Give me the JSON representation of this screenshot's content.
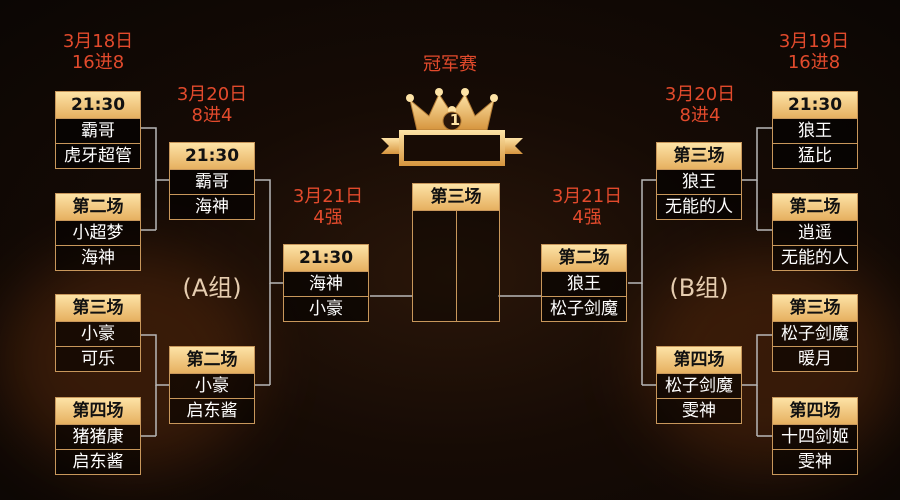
{
  "title": "冠军赛",
  "dates": {
    "d1": {
      "date": "3月18日",
      "round": "16进8"
    },
    "d2": {
      "date": "3月20日",
      "round": "8进4"
    },
    "d3": {
      "date": "3月21日",
      "round": "4强"
    },
    "d4": {
      "date": "3月21日",
      "round": "4强"
    },
    "d5": {
      "date": "3月20日",
      "round": "8进4"
    },
    "d6": {
      "date": "3月19日",
      "round": "16进8"
    }
  },
  "groups": {
    "a": "(A组)",
    "b": "(B组)"
  },
  "crown_number": "1",
  "final": {
    "header": "第三场"
  },
  "left_r16": [
    {
      "header": "21:30",
      "team1": "霸哥",
      "team2": "虎牙超管"
    },
    {
      "header": "第二场",
      "team1": "小超梦",
      "team2": "海神"
    },
    {
      "header": "第三场",
      "team1": "小豪",
      "team2": "可乐"
    },
    {
      "header": "第四场",
      "team1": "猪猪康",
      "team2": "启东酱"
    }
  ],
  "left_qf": [
    {
      "header": "21:30",
      "team1": "霸哥",
      "team2": "海神"
    },
    {
      "header": "第二场",
      "team1": "小豪",
      "team2": "启东酱"
    }
  ],
  "left_sf": {
    "header": "21:30",
    "team1": "海神",
    "team2": "小豪"
  },
  "right_sf": {
    "header": "第二场",
    "team1": "狼王",
    "team2": "松子剑魔"
  },
  "right_qf": [
    {
      "header": "第三场",
      "team1": "狼王",
      "team2": "无能的人"
    },
    {
      "header": "第四场",
      "team1": "松子剑魔",
      "team2": "雯神"
    }
  ],
  "right_r16": [
    {
      "header": "21:30",
      "team1": "狼王",
      "team2": "猛比"
    },
    {
      "header": "第二场",
      "team1": "逍遥",
      "team2": "无能的人"
    },
    {
      "header": "第三场",
      "team1": "松子剑魔",
      "team2": "暖月"
    },
    {
      "header": "第四场",
      "team1": "十四剑姬",
      "team2": "雯神"
    }
  ],
  "colors": {
    "accent": "#e24a2c",
    "gold": "#e6b060",
    "line": "#b8b8b8"
  }
}
